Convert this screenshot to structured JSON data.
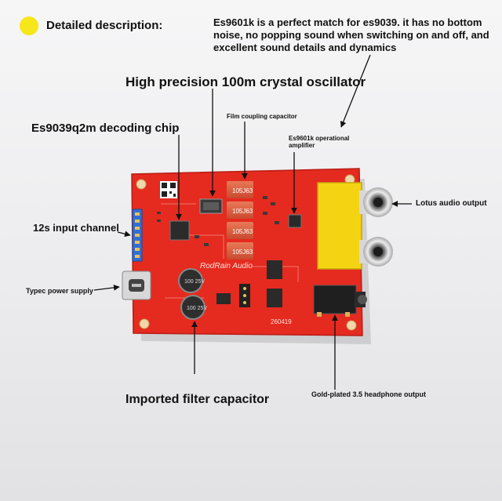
{
  "labels": {
    "detailed_description": "Detailed description:",
    "es9601k_match": "Es9601k is a perfect match for es9039. it has no bottom noise, no popping sound when switching on and off, and excellent sound details and dynamics",
    "crystal": "High precision 100m crystal oscillator",
    "film_cap": "Film coupling capacitor",
    "chip": "Es9039q2m decoding chip",
    "opamp": "Es9601k operational amplifier",
    "lotus": "Lotus audio output",
    "i2s": "12s input channel",
    "typec": "Typec power supply",
    "filter_cap": "Imported filter capacitor",
    "headphone": "Gold-plated 3.5 headphone output"
  },
  "board": {
    "brand": "RodRain Audio",
    "code": "260419",
    "cap_marking": "105J63",
    "elec_cap_marking": "100 25V",
    "pcb_color": "#e52a1f",
    "rca_color": "#f4d313"
  },
  "colors": {
    "bullet": "#f6e61a"
  }
}
